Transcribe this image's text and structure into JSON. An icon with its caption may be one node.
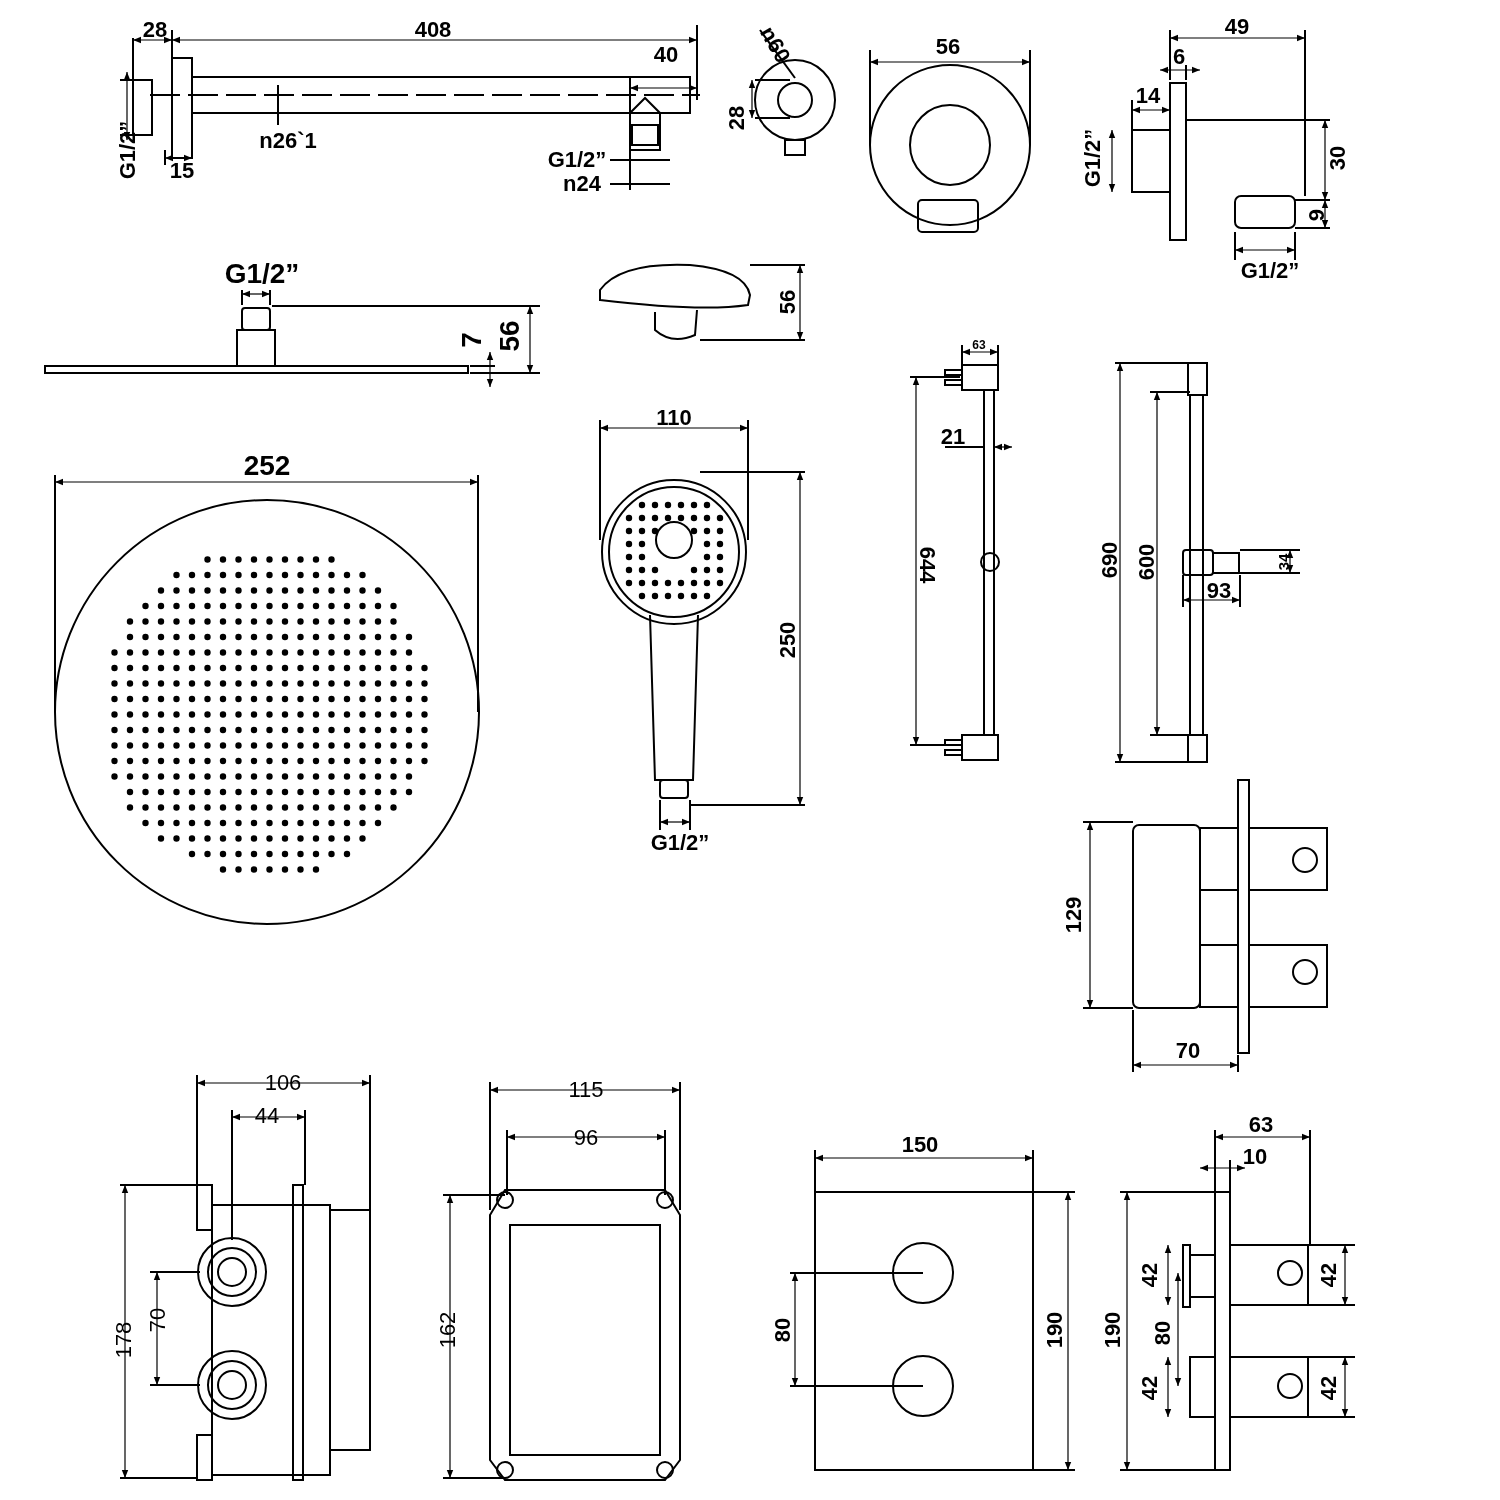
{
  "diagram": {
    "labels": [
      "28",
      "408",
      "49",
      "n60",
      "56",
      "40",
      "6",
      "14",
      "28",
      "G1/2”",
      "G1/2”",
      "n26`1",
      "30",
      "G1/2”",
      "15",
      "n24",
      "9",
      "G1/2”",
      "G1/2”",
      "56",
      "7",
      "56",
      "63",
      "110",
      "21",
      "252",
      "644",
      "690",
      "600",
      "34",
      "93",
      "250",
      "G1/2”",
      "129",
      "70",
      "106",
      "115",
      "44",
      "63",
      "96",
      "150",
      "10",
      "42",
      "42",
      "70",
      "178",
      "162",
      "80",
      "190",
      "190",
      "80",
      "42",
      "42"
    ]
  }
}
